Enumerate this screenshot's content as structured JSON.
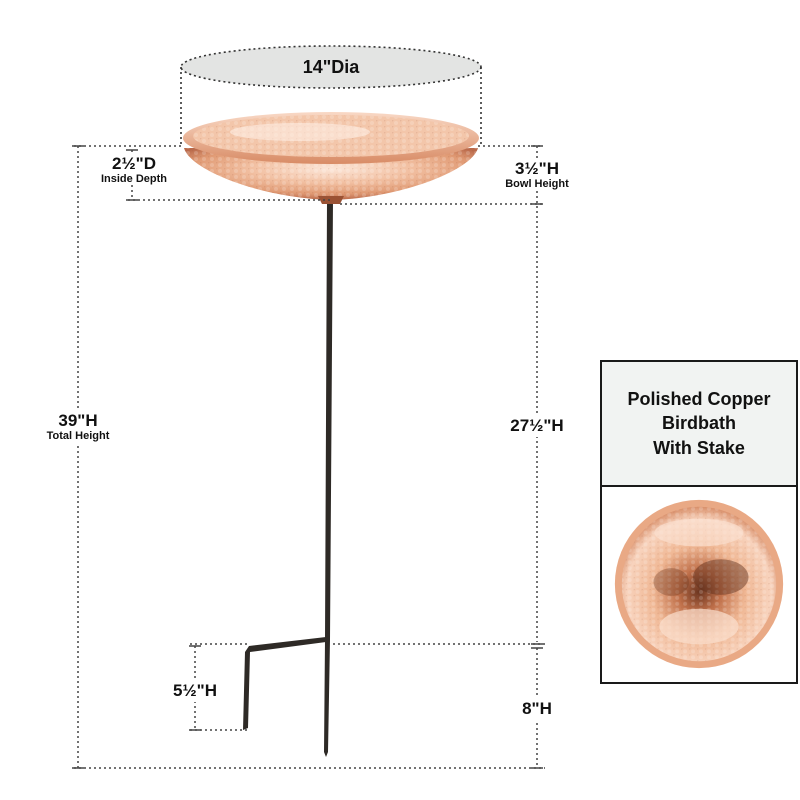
{
  "product": {
    "title": "Polished Copper Birdbath With Stake",
    "colors": {
      "copper_light": "#f7d3bd",
      "copper_mid": "#e5a07c",
      "copper_dark": "#9a5234",
      "stake": "#2e2a26",
      "dimension_line": "#555555",
      "diameter_ellipse": "#e3e4e3"
    }
  },
  "dimensions": {
    "diameter": {
      "value": "14\"Dia"
    },
    "inside_depth": {
      "value": "2½\"D",
      "label": "Inside Depth"
    },
    "bowl_height": {
      "value": "3½\"H",
      "label": "Bowl Height"
    },
    "total_height": {
      "value": "39\"H",
      "label": "Total Height"
    },
    "stand_height": {
      "value": "27½\"H"
    },
    "stake_height": {
      "value": "8\"H"
    },
    "foot_height": {
      "value": "5½\"H"
    }
  },
  "callout": {
    "title": "Polished Copper Birdbath With Stake"
  }
}
